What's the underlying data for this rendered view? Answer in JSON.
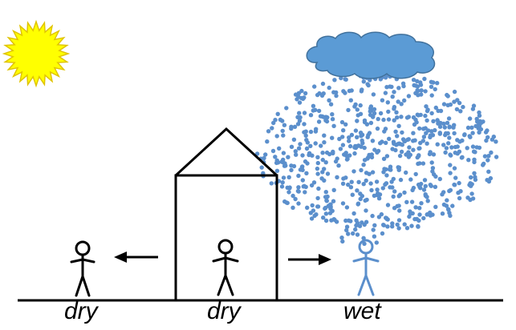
{
  "labels": {
    "left": "dry",
    "center": "dry",
    "right": "wet"
  },
  "colors": {
    "sun_fill": "#ffff00",
    "sun_stroke": "#e0c400",
    "cloud_fill": "#5b9bd5",
    "cloud_stroke": "#41719c",
    "rain": "#5b8fcc",
    "wet_person": "#5b8fcc",
    "ink": "#000000"
  },
  "icons": {
    "sun": "sun-icon",
    "cloud": "cloud-icon",
    "rain": "rain-drops",
    "house": "house-icon",
    "person": "stick-figure-icon",
    "arrow": "arrow-icon"
  }
}
